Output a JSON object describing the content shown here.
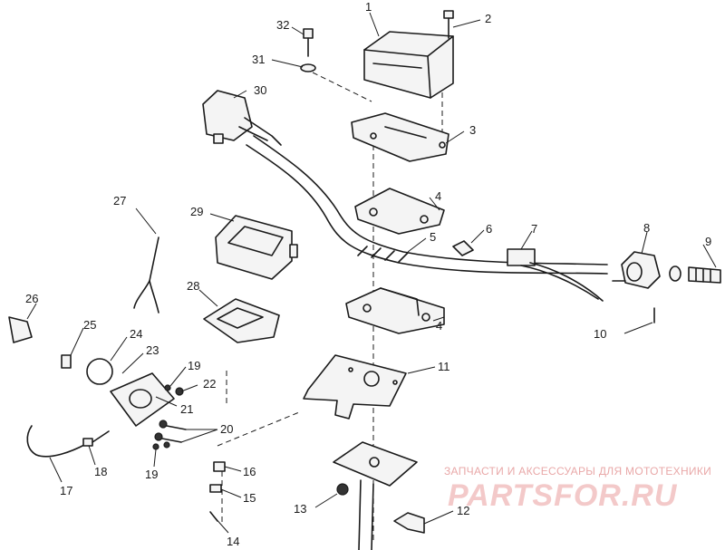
{
  "callouts": {
    "c1": "1",
    "c2": "2",
    "c3": "3",
    "c4a": "4",
    "c4b": "4",
    "c5": "5",
    "c6": "6",
    "c7": "7",
    "c8": "8",
    "c9": "9",
    "c10": "10",
    "c11": "11",
    "c12": "12",
    "c13": "13",
    "c14": "14",
    "c15": "15",
    "c16": "16",
    "c17": "17",
    "c18": "18",
    "c19a": "19",
    "c19b": "19",
    "c20": "20",
    "c21": "21",
    "c22": "22",
    "c23": "23",
    "c24": "24",
    "c25": "25",
    "c26": "26",
    "c27": "27",
    "c28": "28",
    "c29": "29",
    "c30": "30",
    "c31": "31",
    "c32": "32"
  },
  "watermark": {
    "caption": "ЗАПЧАСТИ И АКСЕССУАРЫ ДЛЯ МОТОТЕХНИКИ",
    "logo": "PARTSFOR.RU"
  }
}
